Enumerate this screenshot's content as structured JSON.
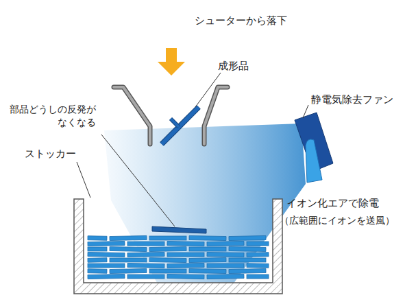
{
  "diagram": {
    "labels": [
      "シューターから落下",
      "成形品",
      "部品どうしの反発が なくなる",
      "ストッカー",
      "静電気除去ファン",
      "イオン化エアで除電",
      "（広範囲にイオンを送風）"
    ]
  }
}
